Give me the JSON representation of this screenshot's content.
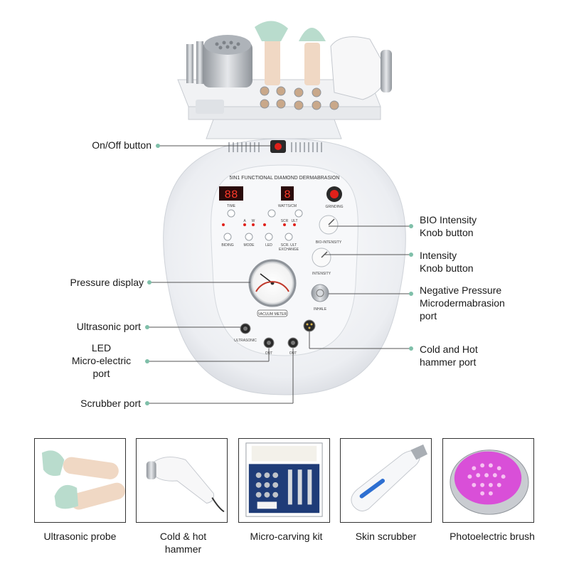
{
  "callouts": {
    "on_off": "On/Off button",
    "pressure_display": "Pressure display",
    "ultrasonic_port": "Ultrasonic port",
    "led_port_1": "LED",
    "led_port_2": "Micro-electric",
    "led_port_3": "port",
    "scrubber_port": "Scrubber port",
    "bio_knob_1": "BIO Intensity",
    "bio_knob_2": "Knob button",
    "intensity_knob_1": "Intensity",
    "intensity_knob_2": "Knob button",
    "negative_1": "Negative Pressure",
    "negative_2": "Microdermabrasion",
    "negative_3": "port",
    "hammer_port_1": "Cold and Hot",
    "hammer_port_2": "hammer port"
  },
  "panel": {
    "title": "5IN1 FUNCTIONAL DIAMOND DERMABRASION",
    "time_label": "TIME",
    "display_time": "88",
    "display_watt": "8",
    "watt_label": "WATTS/CM",
    "grinding_label": "GRINDING",
    "bio_intensity_label": "BIO-INTENSITY",
    "intensity_label": "INTENSITY",
    "inhale_label": "INHALE",
    "vacuum_label": "VACUUM METER",
    "ultrasonic_label": "ULTRASONIC",
    "out_label_1": "OUT",
    "out_label_2": "OUT",
    "btn_biding": "BIDING",
    "btn_mode": "MODE",
    "btn_led": "LED",
    "btn_scr": "SCR. ULT",
    "btn_exchange": "EXCHANGE",
    "mode_a": "A",
    "mode_w": "W",
    "scr_label": "SCR",
    "ult_label": "ULT"
  },
  "accessories": [
    {
      "caption": "Ultrasonic probe",
      "icon": "ultrasonic-probe-image"
    },
    {
      "caption_1": "Cold & hot",
      "caption_2": "hammer",
      "icon": "cold-hot-hammer-image"
    },
    {
      "caption": "Micro-carving kit",
      "icon": "micro-carving-kit-image"
    },
    {
      "caption": "Skin scrubber",
      "icon": "skin-scrubber-image"
    },
    {
      "caption": "Photoelectric brush",
      "icon": "photoelectric-brush-image"
    }
  ],
  "colors": {
    "leader_line": "#555555",
    "dot": "#7fbfa9",
    "led_red": "#e0201a",
    "device_white": "#f4f4f6",
    "probe_mint": "#b9dccd",
    "probe_peach": "#f0d8c4",
    "brush_magenta": "#d94fd8"
  }
}
